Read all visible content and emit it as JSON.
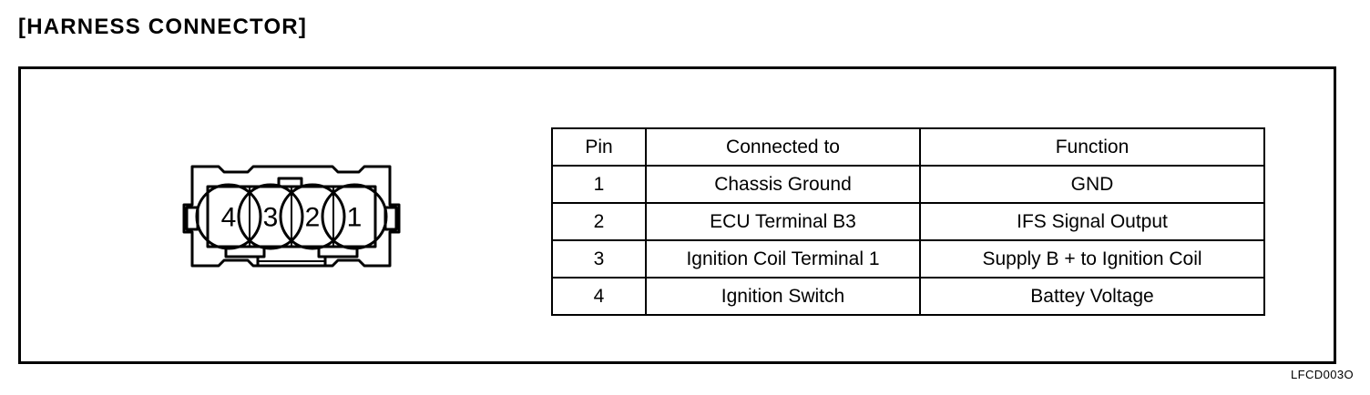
{
  "section": {
    "title": "[HARNESS CONNECTOR]"
  },
  "figure": {
    "reference_code": "LFCD003O",
    "connector": {
      "name": "4-way harness connector",
      "pin_count": 4,
      "pin_labels_left_to_right": [
        "4",
        "3",
        "2",
        "1"
      ]
    }
  },
  "table": {
    "headers": [
      "Pin",
      "Connected to",
      "Function"
    ],
    "rows": [
      {
        "pin": "1",
        "connected_to": "Chassis Ground",
        "function": "GND"
      },
      {
        "pin": "2",
        "connected_to": "ECU Terminal B3",
        "function": "IFS Signal Output"
      },
      {
        "pin": "3",
        "connected_to": "Ignition Coil Terminal 1",
        "function": "Supply B + to Ignition Coil"
      },
      {
        "pin": "4",
        "connected_to": "Ignition Switch",
        "function": "Battey Voltage"
      }
    ]
  },
  "colors": {
    "ink": "#000000",
    "paper": "#ffffff"
  }
}
